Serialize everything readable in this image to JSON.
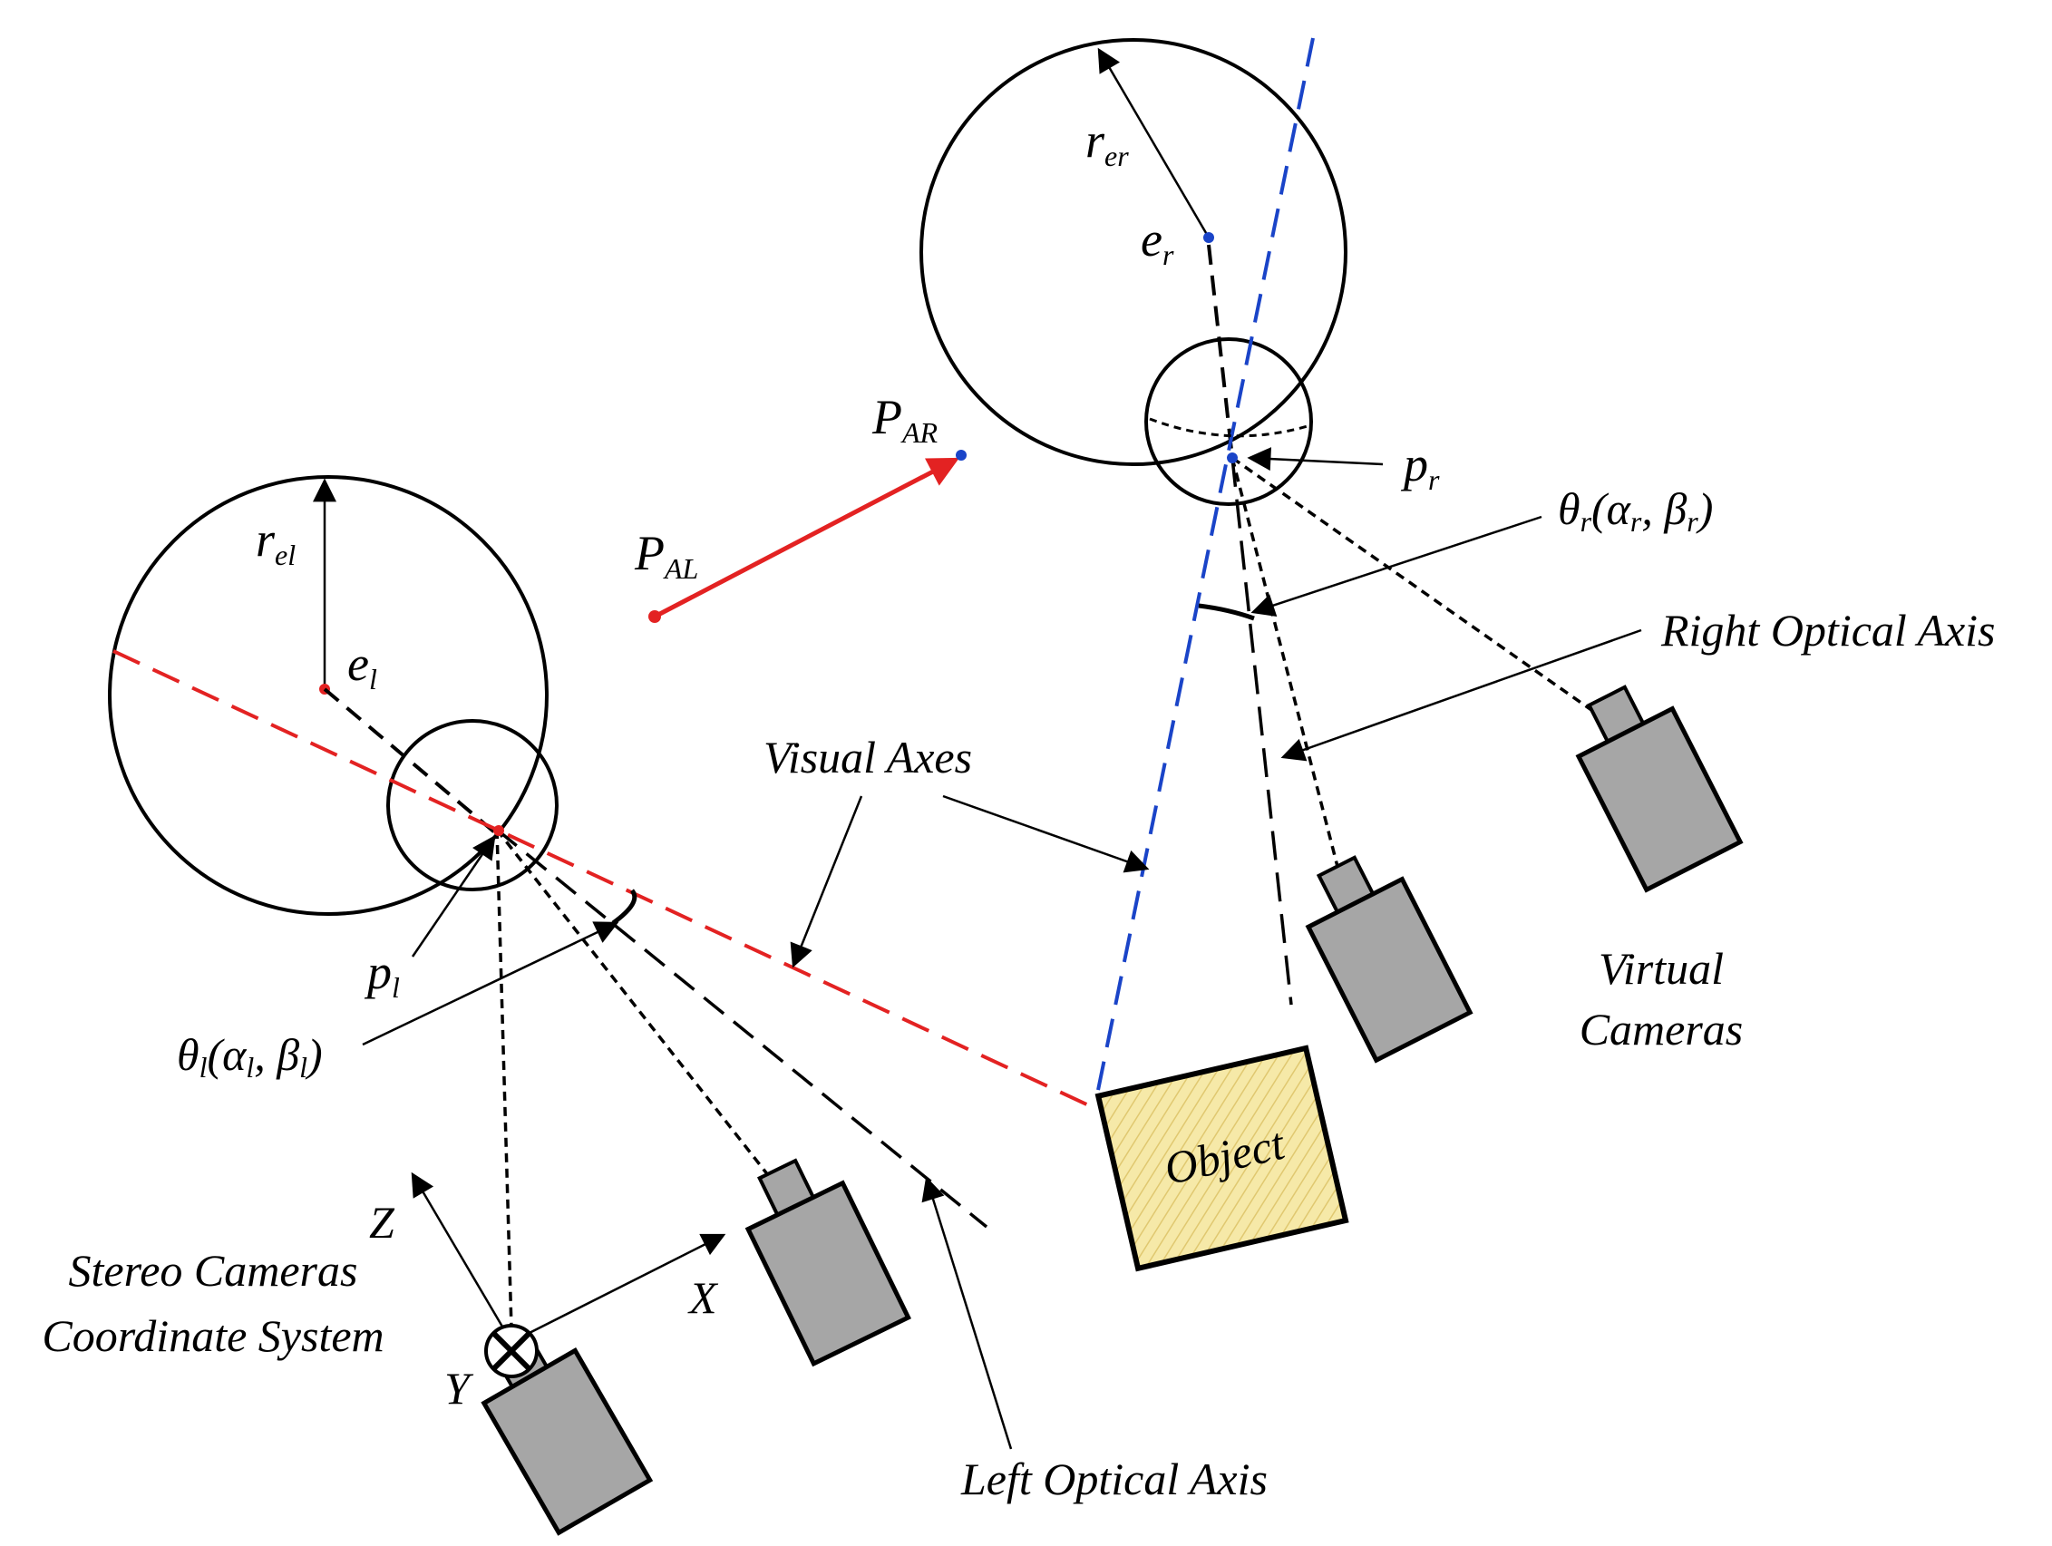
{
  "colors": {
    "left_visual_axis": "#e32222",
    "right_visual_axis": "#1a44c8",
    "pa_vector": "#e32222",
    "camera_fill": "#a6a6a6",
    "object_fill": "#f6e9a8"
  },
  "labels": {
    "r_el": {
      "main": "r",
      "sub": "el"
    },
    "r_er": {
      "main": "r",
      "sub": "er"
    },
    "e_l": {
      "main": "e",
      "sub": "l"
    },
    "e_r": {
      "main": "e",
      "sub": "r"
    },
    "p_l": {
      "main": "p",
      "sub": "l"
    },
    "p_r": {
      "main": "p",
      "sub": "r"
    },
    "P_AL": {
      "main": "P",
      "sub": "AL"
    },
    "P_AR": {
      "main": "P",
      "sub": "AR"
    },
    "theta_l": {
      "theta": "θ",
      "theta_sub": "l",
      "open": "(α",
      "alpha_sub": "l",
      "mid": ", β",
      "beta_sub": "l",
      "close": ")"
    },
    "theta_r": {
      "theta": "θ",
      "theta_sub": "r",
      "open": "(α",
      "alpha_sub": "r",
      "mid": ", β",
      "beta_sub": "r",
      "close": ")"
    },
    "visual_axes": "Visual Axes",
    "right_optical_axis": "Right Optical Axis",
    "left_optical_axis": "Left Optical Axis",
    "virtual_cameras_1": "Virtual",
    "virtual_cameras_2": "Cameras",
    "stereo_1": "Stereo Cameras",
    "stereo_2": "Coordinate System",
    "axis_x": "X",
    "axis_y": "Y",
    "axis_z": "Z",
    "object": "Object"
  },
  "icons": [
    "camera-icon",
    "y-axis-into-page-icon"
  ]
}
